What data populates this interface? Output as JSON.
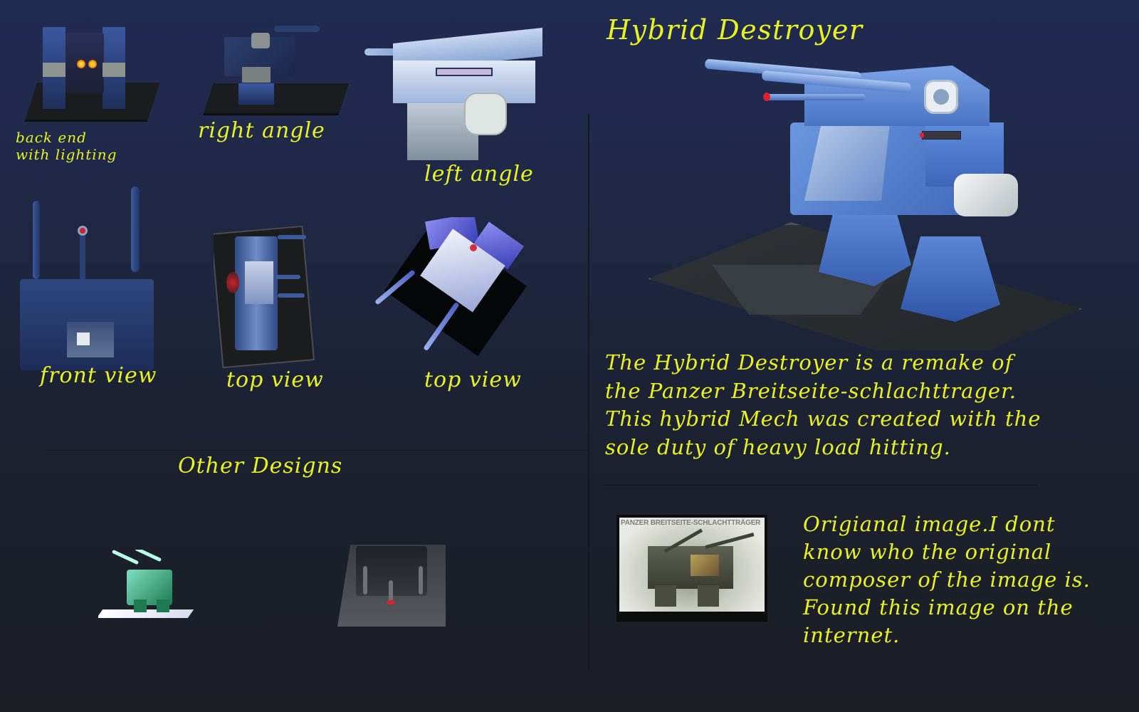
{
  "header": {
    "title": "Hybrid Destroyer"
  },
  "thumbnails": [
    {
      "id": "back-end",
      "caption_line1": "back end",
      "caption_line2": "with lighting"
    },
    {
      "id": "right-angle",
      "caption": "right angle"
    },
    {
      "id": "left-angle",
      "caption": "left angle"
    },
    {
      "id": "front-view",
      "caption": "front view"
    },
    {
      "id": "top-view-1",
      "caption": "top view"
    },
    {
      "id": "top-view-2",
      "caption": "top view"
    }
  ],
  "other_designs": {
    "heading": "Other Designs"
  },
  "description": {
    "text": "The Hybrid Destroyer is a remake of\nthe Panzer Breitseite-schlachttrager.\nThis hybrid Mech was created with the\nsole duty of heavy load hitting."
  },
  "original": {
    "image_caption": "PANZER BREITSEITE-SCHLACHTTRÄGER",
    "note": "Origianal image.I dont\nknow who the original\ncomposer of the image is.\nFound this image on the\ninternet."
  },
  "colors": {
    "text_accent": "#eaf21c",
    "background_top": "#202b52",
    "background_bottom": "#1b1e25",
    "mech_blue": "#3d5a9a"
  }
}
